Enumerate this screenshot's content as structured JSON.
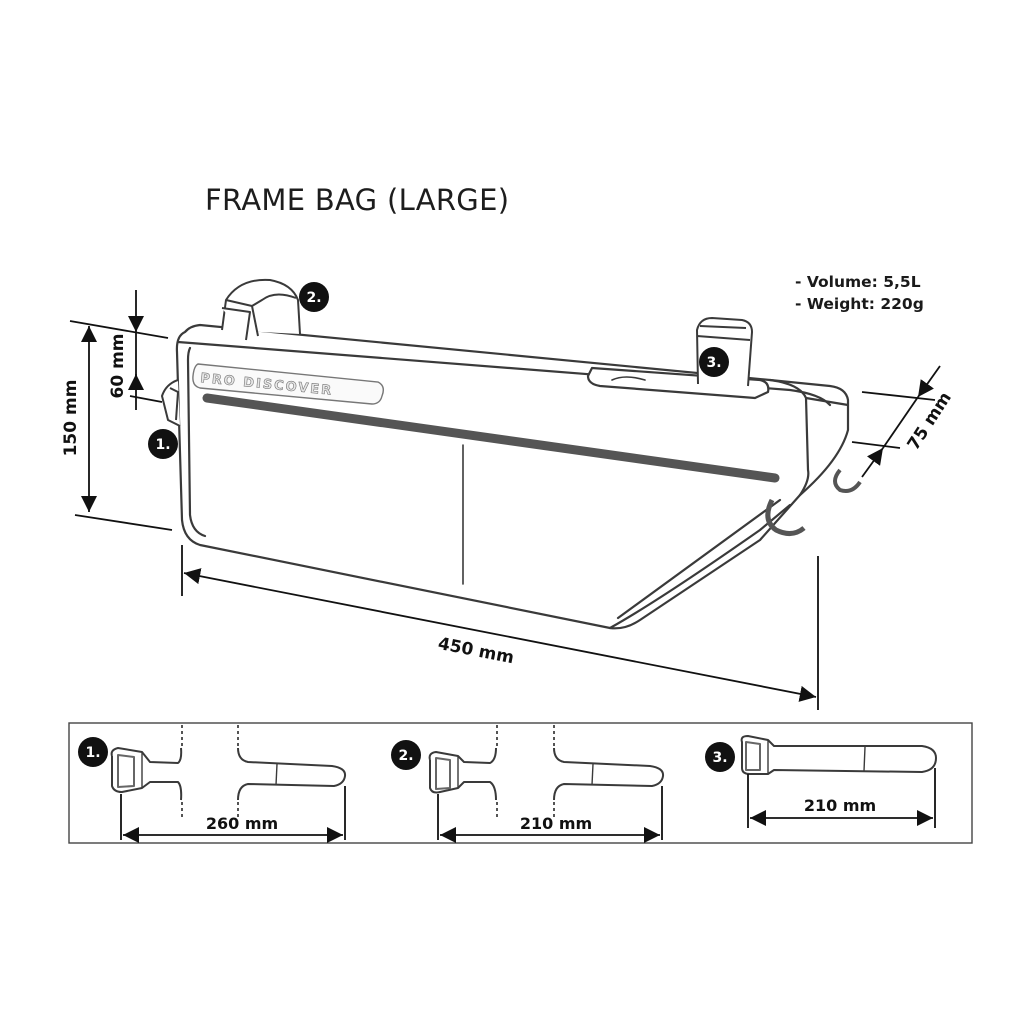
{
  "title": "FRAME BAG (LARGE)",
  "specs": {
    "volume": "- Volume: 5,5L",
    "weight": "- Weight: 220g"
  },
  "logo_text": "PRO DISCOVER",
  "dimensions": {
    "height_total": "150 mm",
    "height_front": "60 mm",
    "width_depth": "75 mm",
    "length": "450 mm"
  },
  "straps": [
    {
      "badge": "1.",
      "length": "260 mm"
    },
    {
      "badge": "2.",
      "length": "210 mm"
    },
    {
      "badge": "3.",
      "length": "210 mm"
    }
  ],
  "colors": {
    "line": "#1a1a1a",
    "outline": "#3a3a3a",
    "zipper": "#555555",
    "badge": "#111111",
    "background": "#ffffff"
  }
}
